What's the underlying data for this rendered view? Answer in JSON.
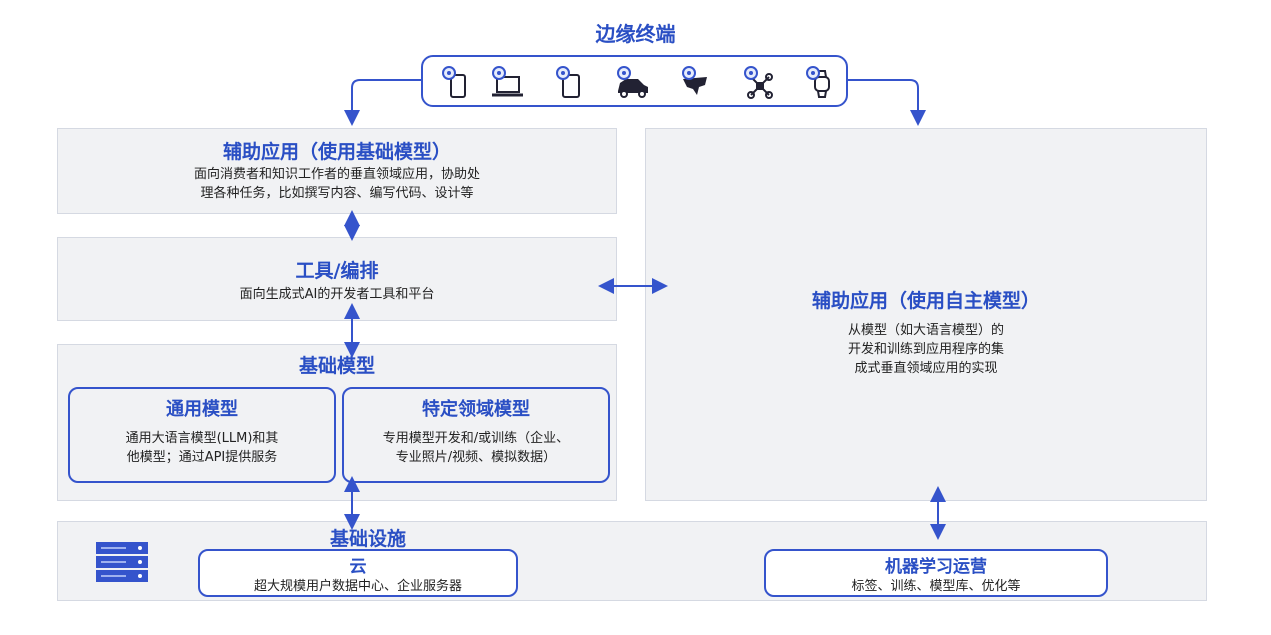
{
  "edge": {
    "title": "边缘终端"
  },
  "devices": [
    "phone-icon",
    "laptop-icon",
    "tablet-icon",
    "car-icon",
    "map-icon",
    "drone-icon",
    "watch-icon"
  ],
  "assist_base": {
    "title": "辅助应用（使用基础模型）",
    "desc_line1": "面向消费者和知识工作者的垂直领域应用，协助处",
    "desc_line2": "理各种任务，比如撰写内容、编写代码、设计等"
  },
  "tools": {
    "title": "工具/编排",
    "desc": "面向生成式AI的开发者工具和平台"
  },
  "foundation": {
    "title": "基础模型",
    "general": {
      "title": "通用模型",
      "desc_line1": "通用大语言模型(LLM)和其",
      "desc_line2": "他模型；通过API提供服务"
    },
    "domain": {
      "title": "特定领域模型",
      "desc_line1": "专用模型开发和/或训练（企业、",
      "desc_line2": "专业照片/视频、模拟数据）"
    }
  },
  "assist_own": {
    "title": "辅助应用（使用自主模型）",
    "desc_line1": "从模型（如大语言模型）的",
    "desc_line2": "开发和训练到应用程序的集",
    "desc_line3": "成式垂直领域应用的实现"
  },
  "infra": {
    "title": "基础设施",
    "cloud": {
      "title": "云",
      "desc": "超大规模用户数据中心、企业服务器"
    },
    "mlops": {
      "title": "机器学习运营",
      "desc": "标签、训练、模型库、优化等"
    }
  },
  "colors": {
    "accent": "#2a4fc4",
    "panel": "#f1f2f4",
    "border": "#3554cc"
  }
}
